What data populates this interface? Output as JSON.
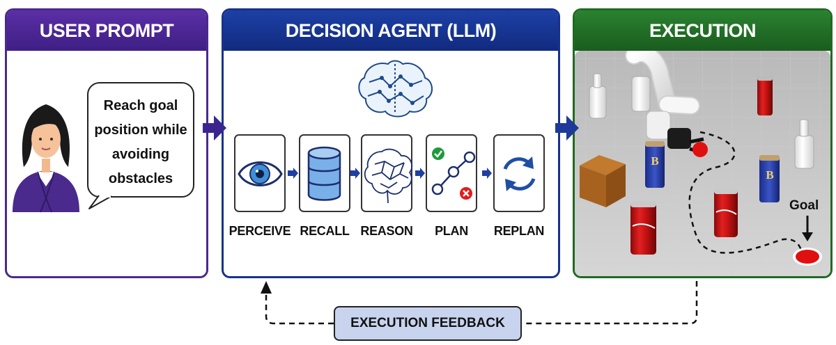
{
  "panels": {
    "user_prompt": {
      "title": "USER PROMPT",
      "prompt_lines": [
        "Reach goal",
        "position while",
        "avoiding",
        "obstacles"
      ]
    },
    "decision_agent": {
      "title": "DECISION AGENT (LLM)"
    },
    "execution": {
      "title": "EXECUTION",
      "goal_label": "Goal"
    }
  },
  "steps": [
    {
      "label": "PERCEIVE",
      "icon": "eye-icon"
    },
    {
      "label": "RECALL",
      "icon": "database-icon"
    },
    {
      "label": "REASON",
      "icon": "neural-network-icon"
    },
    {
      "label": "PLAN",
      "icon": "path-plan-icon"
    },
    {
      "label": "REPLAN",
      "icon": "refresh-cycle-icon"
    }
  ],
  "feedback": {
    "label": "EXECUTION FEEDBACK"
  },
  "colors": {
    "user_header": "#4a2a8c",
    "agent_header": "#17328c",
    "exec_header": "#1f6a23",
    "flow_arrow": "#1f2f86",
    "feedback_fill": "#c8d4ee",
    "goal_red": "#e01010"
  }
}
